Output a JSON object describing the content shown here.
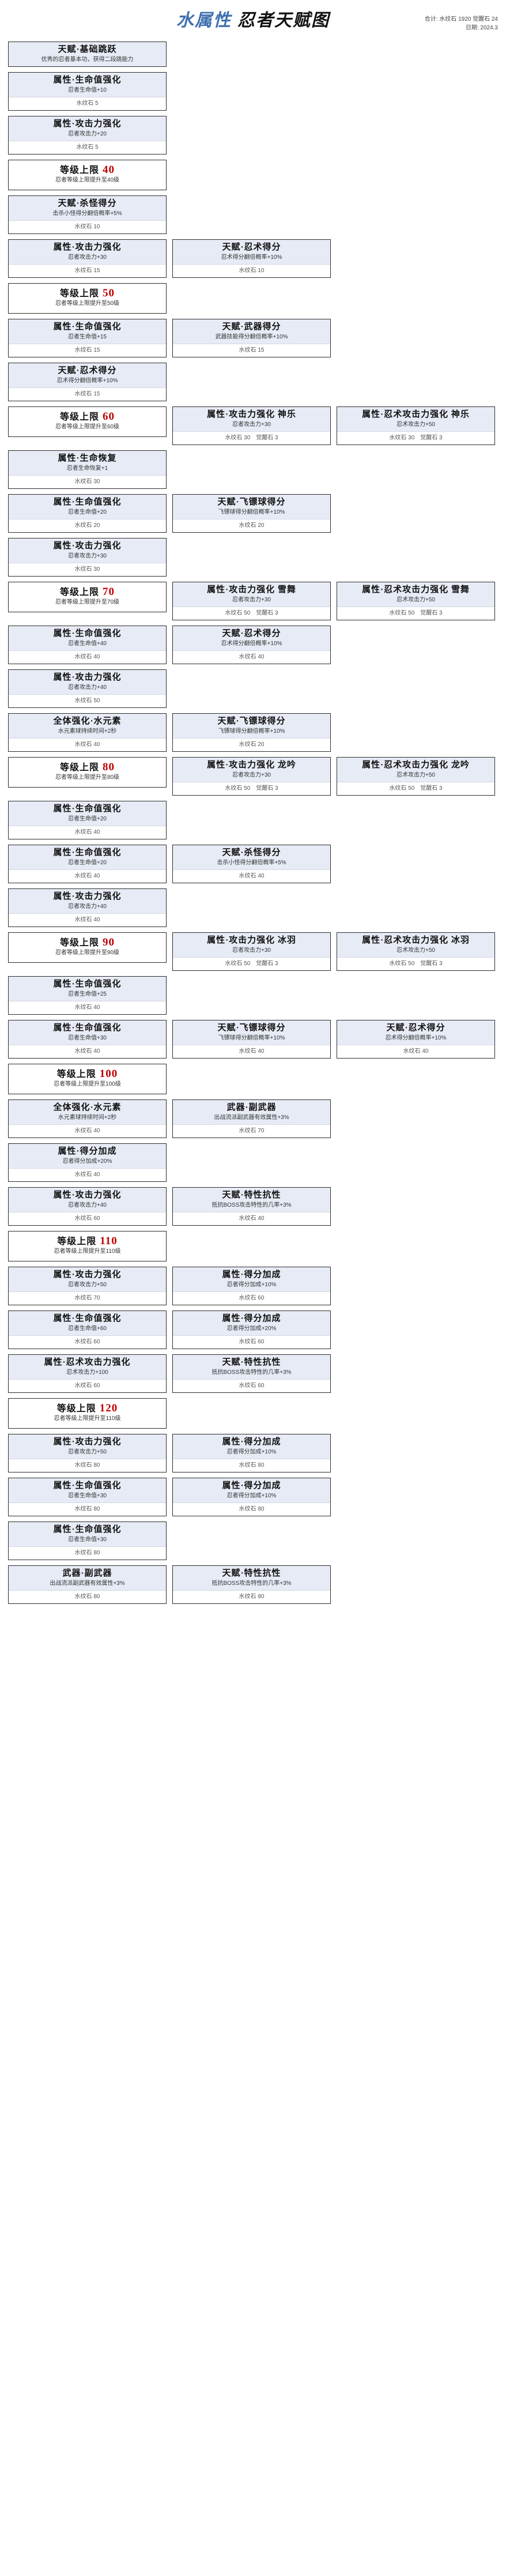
{
  "header": {
    "title_element": "水属性",
    "title_rest": "忍者天赋图",
    "total_line": "合计: 水纹石 1920   觉醒石 24",
    "date_line": "日期: 2024.3"
  },
  "labels": {
    "currency_primary": "水纹石",
    "currency_secondary": "觉醒石"
  },
  "rows": [
    {
      "cards": [
        {
          "kind": "talent",
          "title": "天赋·基础跳跃",
          "desc": "优秀的忍者基本功，获得二段跳能力",
          "cost": ""
        }
      ]
    },
    {
      "cards": [
        {
          "kind": "attr",
          "title": "属性·生命值强化",
          "desc": "忍者生命值+10",
          "cost": "水纹石 5"
        }
      ]
    },
    {
      "cards": [
        {
          "kind": "attr",
          "title": "属性·攻击力强化",
          "desc": "忍者攻击力+20",
          "cost": "水纹石 5"
        }
      ]
    },
    {
      "cards": [
        {
          "kind": "level",
          "title": "等级上限",
          "num": "40",
          "desc": "忍者等级上限提升至40级",
          "cost": ""
        }
      ]
    },
    {
      "cards": [
        {
          "kind": "talent",
          "title": "天赋·杀怪得分",
          "desc": "击杀小怪得分翻倍概率+5%",
          "cost": "水纹石 10"
        }
      ]
    },
    {
      "cards": [
        {
          "kind": "attr",
          "title": "属性·攻击力强化",
          "desc": "忍者攻击力+30",
          "cost": "水纹石 15"
        },
        {
          "kind": "talent",
          "title": "天赋·忍术得分",
          "desc": "忍术得分翻倍概率+10%",
          "cost": "水纹石 10"
        }
      ]
    },
    {
      "cards": [
        {
          "kind": "level",
          "title": "等级上限",
          "num": "50",
          "desc": "忍者等级上限提升至50级",
          "cost": ""
        }
      ]
    },
    {
      "cards": [
        {
          "kind": "attr",
          "title": "属性·生命值强化",
          "desc": "忍者生命值+15",
          "cost": "水纹石 15"
        },
        {
          "kind": "talent",
          "title": "天赋·武器得分",
          "desc": "武器技能得分翻倍概率+10%",
          "cost": "水纹石 15"
        }
      ]
    },
    {
      "cards": [
        {
          "kind": "talent",
          "title": "天赋·忍术得分",
          "desc": "忍术得分翻倍概率+10%",
          "cost": "水纹石 15"
        }
      ]
    },
    {
      "cards": [
        {
          "kind": "level",
          "title": "等级上限",
          "num": "60",
          "desc": "忍者等级上限提升至60级",
          "cost": ""
        },
        {
          "kind": "awk",
          "title": "属性·攻击力强化 神乐",
          "desc": "忍者攻击力+30",
          "cost": "水纹石 30",
          "cost2": "觉醒石 3"
        },
        {
          "kind": "awk",
          "title": "属性·忍术攻击力强化 神乐",
          "desc": "忍术攻击力+50",
          "cost": "水纹石 30",
          "cost2": "觉醒石 3"
        }
      ]
    },
    {
      "cards": [
        {
          "kind": "talent",
          "title": "属性·生命恢复",
          "desc": "忍者生命恢复+1",
          "cost": "水纹石 30"
        }
      ]
    },
    {
      "cards": [
        {
          "kind": "attr",
          "title": "属性·生命值强化",
          "desc": "忍者生命值+20",
          "cost": "水纹石 20"
        },
        {
          "kind": "talent",
          "title": "天赋·飞镖球得分",
          "desc": "飞镖球得分翻倍概率+10%",
          "cost": "水纹石 20"
        }
      ]
    },
    {
      "cards": [
        {
          "kind": "attr",
          "title": "属性·攻击力强化",
          "desc": "忍者攻击力+30",
          "cost": "水纹石 30"
        }
      ]
    },
    {
      "cards": [
        {
          "kind": "level",
          "title": "等级上限",
          "num": "70",
          "desc": "忍者等级上限提升至70级",
          "cost": ""
        },
        {
          "kind": "awk",
          "title": "属性·攻击力强化 雪舞",
          "desc": "忍者攻击力+30",
          "cost": "水纹石 50",
          "cost2": "觉醒石 3"
        },
        {
          "kind": "awk",
          "title": "属性·忍术攻击力强化 雪舞",
          "desc": "忍术攻击力+50",
          "cost": "水纹石 50",
          "cost2": "觉醒石 3"
        }
      ]
    },
    {
      "cards": [
        {
          "kind": "attr",
          "title": "属性·生命值强化",
          "desc": "忍者生命值+40",
          "cost": "水纹石 40"
        },
        {
          "kind": "talent",
          "title": "天赋·忍术得分",
          "desc": "忍术得分翻倍概率+10%",
          "cost": "水纹石 40"
        }
      ]
    },
    {
      "cards": [
        {
          "kind": "attr",
          "title": "属性·攻击力强化",
          "desc": "忍者攻击力+40",
          "cost": "水纹石 50"
        }
      ]
    },
    {
      "cards": [
        {
          "kind": "talent",
          "title": "全体强化·水元素",
          "desc": "水元素球持续时间+2秒",
          "cost": "水纹石 40"
        },
        {
          "kind": "talent",
          "title": "天赋·飞镖球得分",
          "desc": "飞镖球得分翻倍概率+10%",
          "cost": "水纹石 20"
        }
      ]
    },
    {
      "cards": [
        {
          "kind": "level",
          "title": "等级上限",
          "num": "80",
          "desc": "忍者等级上限提升至80级",
          "cost": ""
        },
        {
          "kind": "awk",
          "title": "属性·攻击力强化 龙吟",
          "desc": "忍者攻击力+30",
          "cost": "水纹石 50",
          "cost2": "觉醒石 3"
        },
        {
          "kind": "awk",
          "title": "属性·忍术攻击力强化 龙吟",
          "desc": "忍术攻击力+50",
          "cost": "水纹石 50",
          "cost2": "觉醒石 3"
        }
      ]
    },
    {
      "cards": [
        {
          "kind": "attr",
          "title": "属性·生命值强化",
          "desc": "忍者生命值+20",
          "cost": "水纹石 40"
        }
      ]
    },
    {
      "cards": [
        {
          "kind": "attr",
          "title": "属性·生命值强化",
          "desc": "忍者生命值+20",
          "cost": "水纹石 40"
        },
        {
          "kind": "talent",
          "title": "天赋·杀怪得分",
          "desc": "击杀小怪得分翻倍概率+5%",
          "cost": "水纹石 40"
        }
      ]
    },
    {
      "cards": [
        {
          "kind": "attr",
          "title": "属性·攻击力强化",
          "desc": "忍者攻击力+40",
          "cost": "水纹石 40"
        }
      ]
    },
    {
      "cards": [
        {
          "kind": "level",
          "title": "等级上限",
          "num": "90",
          "desc": "忍者等级上限提升至90级",
          "cost": ""
        },
        {
          "kind": "awk",
          "title": "属性·攻击力强化 冰羽",
          "desc": "忍者攻击力+30",
          "cost": "水纹石 50",
          "cost2": "觉醒石 3"
        },
        {
          "kind": "awk",
          "title": "属性·忍术攻击力强化 冰羽",
          "desc": "忍术攻击力+50",
          "cost": "水纹石 50",
          "cost2": "觉醒石 3"
        }
      ]
    },
    {
      "cards": [
        {
          "kind": "attr",
          "title": "属性·生命值强化",
          "desc": "忍者生命值+25",
          "cost": "水纹石 40"
        }
      ]
    },
    {
      "cards": [
        {
          "kind": "attr",
          "title": "属性·生命值强化",
          "desc": "忍者生命值+30",
          "cost": "水纹石 40"
        },
        {
          "kind": "talent",
          "title": "天赋·飞镖球得分",
          "desc": "飞镖球得分翻倍概率+10%",
          "cost": "水纹石 40"
        },
        {
          "kind": "talent",
          "title": "天赋·忍术得分",
          "desc": "忍术得分翻倍概率+10%",
          "cost": "水纹石 40"
        }
      ]
    },
    {
      "cards": [
        {
          "kind": "level",
          "title": "等级上限",
          "num": "100",
          "desc": "忍者等级上限提升至100级",
          "cost": ""
        }
      ]
    },
    {
      "cards": [
        {
          "kind": "talent",
          "title": "全体强化·水元素",
          "desc": "水元素球持续时间+2秒",
          "cost": "水纹石 40"
        },
        {
          "kind": "talent",
          "title": "武器·副武器",
          "desc": "出战流派副武器有效属性+3%",
          "cost": "水纹石 70"
        }
      ]
    },
    {
      "cards": [
        {
          "kind": "attr",
          "title": "属性·得分加成",
          "desc": "忍者得分加成+20%",
          "cost": "水纹石 40"
        }
      ]
    },
    {
      "cards": [
        {
          "kind": "attr",
          "title": "属性·攻击力强化",
          "desc": "忍者攻击力+40",
          "cost": "水纹石 60"
        },
        {
          "kind": "talent",
          "title": "天赋·特性抗性",
          "desc": "抵抗BOSS攻击特性的几率+3%",
          "cost": "水纹石 40"
        }
      ]
    },
    {
      "cards": [
        {
          "kind": "level",
          "title": "等级上限",
          "num": "110",
          "desc": "忍者等级上限提升至110级",
          "cost": ""
        }
      ]
    },
    {
      "cards": [
        {
          "kind": "attr",
          "title": "属性·攻击力强化",
          "desc": "忍者攻击力+50",
          "cost": "水纹石 70"
        },
        {
          "kind": "attr",
          "title": "属性·得分加成",
          "desc": "忍者得分加成+10%",
          "cost": "水纹石 60"
        }
      ]
    },
    {
      "cards": [
        {
          "kind": "attr",
          "title": "属性·生命值强化",
          "desc": "忍者生命值+60",
          "cost": "水纹石 60"
        },
        {
          "kind": "attr",
          "title": "属性·得分加成",
          "desc": "忍者得分加成+20%",
          "cost": "水纹石 60"
        }
      ]
    },
    {
      "cards": [
        {
          "kind": "attr",
          "title": "属性·忍术攻击力强化",
          "desc": "忍术攻击力+100",
          "cost": "水纹石 60"
        },
        {
          "kind": "talent",
          "title": "天赋·特性抗性",
          "desc": "抵抗BOSS攻击特性的几率+3%",
          "cost": "水纹石 60"
        }
      ]
    },
    {
      "cards": [
        {
          "kind": "level",
          "title": "等级上限",
          "num": "120",
          "desc": "忍者等级上限提升至110级",
          "cost": ""
        }
      ]
    },
    {
      "cards": [
        {
          "kind": "attr",
          "title": "属性·攻击力强化",
          "desc": "忍者攻击力+50",
          "cost": "水纹石 80"
        },
        {
          "kind": "attr",
          "title": "属性·得分加成",
          "desc": "忍者得分加成+10%",
          "cost": "水纹石 80"
        }
      ]
    },
    {
      "cards": [
        {
          "kind": "attr",
          "title": "属性·生命值强化",
          "desc": "忍者生命值+30",
          "cost": "水纹石 80"
        },
        {
          "kind": "attr",
          "title": "属性·得分加成",
          "desc": "忍者得分加成+10%",
          "cost": "水纹石 80"
        }
      ]
    },
    {
      "cards": [
        {
          "kind": "attr",
          "title": "属性·生命值强化",
          "desc": "忍者生命值+30",
          "cost": "水纹石 80"
        }
      ]
    },
    {
      "cards": [
        {
          "kind": "talent",
          "title": "武器·副武器",
          "desc": "出战流派副武器有效属性+3%",
          "cost": "水纹石 80"
        },
        {
          "kind": "talent",
          "title": "天赋·特性抗性",
          "desc": "抵抗BOSS攻击特性的几率+3%",
          "cost": "水纹石 80"
        }
      ]
    }
  ]
}
